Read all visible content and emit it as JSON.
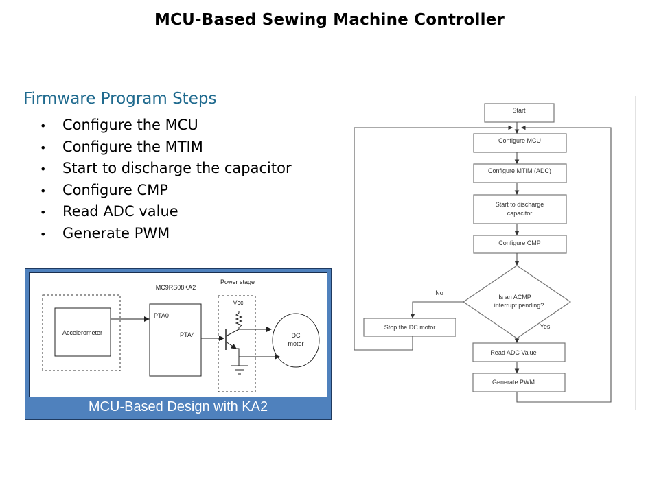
{
  "slide": {
    "title": "MCU-Based Sewing Machine Controller"
  },
  "steps_section": {
    "heading": "Firmware Program Steps",
    "bullet_glyph": "•",
    "items": [
      "Configure the MCU",
      "Configure the MTIM",
      "Start to discharge the capacitor",
      "Configure CMP",
      "Read ADC value",
      "Generate PWM"
    ]
  },
  "block_diagram": {
    "caption": "MCU-Based Design with KA2",
    "accent_color": "#4f81bd",
    "accelerometer_label": "Accelerometer",
    "mcu_label": "MC9RS08KA2",
    "mcu_pin_in": "PTA0",
    "mcu_pin_out": "PTA4",
    "power_stage_label": "Power stage",
    "vcc_label": "Vcc",
    "motor_label_line1": "DC",
    "motor_label_line2": "motor"
  },
  "flowchart": {
    "start": "Start",
    "configure_mcu": "Configure MCU",
    "configure_mtim": "Configure MTIM (ADC)",
    "discharge_line1": "Start to discharge",
    "discharge_line2": "capacitor",
    "configure_cmp": "Configure CMP",
    "decision_line1": "Is an ACMP",
    "decision_line2": "interrupt pending?",
    "no_label": "No",
    "yes_label": "Yes",
    "stop_motor": "Stop the DC motor",
    "read_adc": "Read ADC Value",
    "generate_pwm": "Generate PWM"
  }
}
